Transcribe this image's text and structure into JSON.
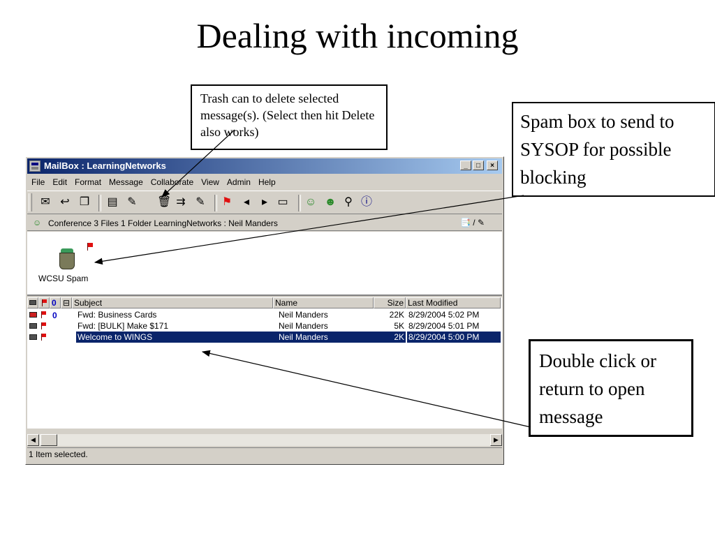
{
  "slide": {
    "title": "Dealing with incoming",
    "callouts": {
      "trash": "Trash can to delete selected message(s). (Select then hit Delete also works)",
      "spam": "Spam box to send to SYSOP for possible blocking",
      "open": "Double click or return to open message"
    }
  },
  "window": {
    "title": "MailBox : LearningNetworks",
    "controls": {
      "minimize": "_",
      "maximize": "□",
      "close": "×"
    },
    "menu": [
      "File",
      "Edit",
      "Format",
      "Message",
      "Collaborate",
      "View",
      "Admin",
      "Help"
    ],
    "toolbar_icons": [
      "new-message-icon",
      "reply-icon",
      "forward-icon",
      "save-icon",
      "edit-icon",
      "trash-icon",
      "move-icon",
      "attach-icon",
      "flag-icon",
      "previous-icon",
      "next-icon",
      "folder-icon",
      "people-icon",
      "users-icon",
      "find-icon",
      "info-icon"
    ],
    "location": {
      "text": "Conference   3 Files  1 Folder   LearningNetworks : Neil Manders",
      "right_icons": "📑 / ✎"
    },
    "folder": {
      "label": "WCSU Spam"
    },
    "columns": {
      "subject": "Subject",
      "name": "Name",
      "size": "Size",
      "modified": "Last Modified"
    },
    "messages": [
      {
        "subject": "Fwd: Business Cards",
        "name": "Neil Manders",
        "size": "22K",
        "modified": "8/29/2004  5:02 PM"
      },
      {
        "subject": "Fwd: [BULK] Make $171",
        "name": "Neil Manders",
        "size": "5K",
        "modified": "8/29/2004  5:01 PM"
      },
      {
        "subject": "Welcome to WINGS",
        "name": "Neil Manders",
        "size": "2K",
        "modified": "8/29/2004  5:00 PM"
      }
    ],
    "status": "1 Item selected."
  }
}
